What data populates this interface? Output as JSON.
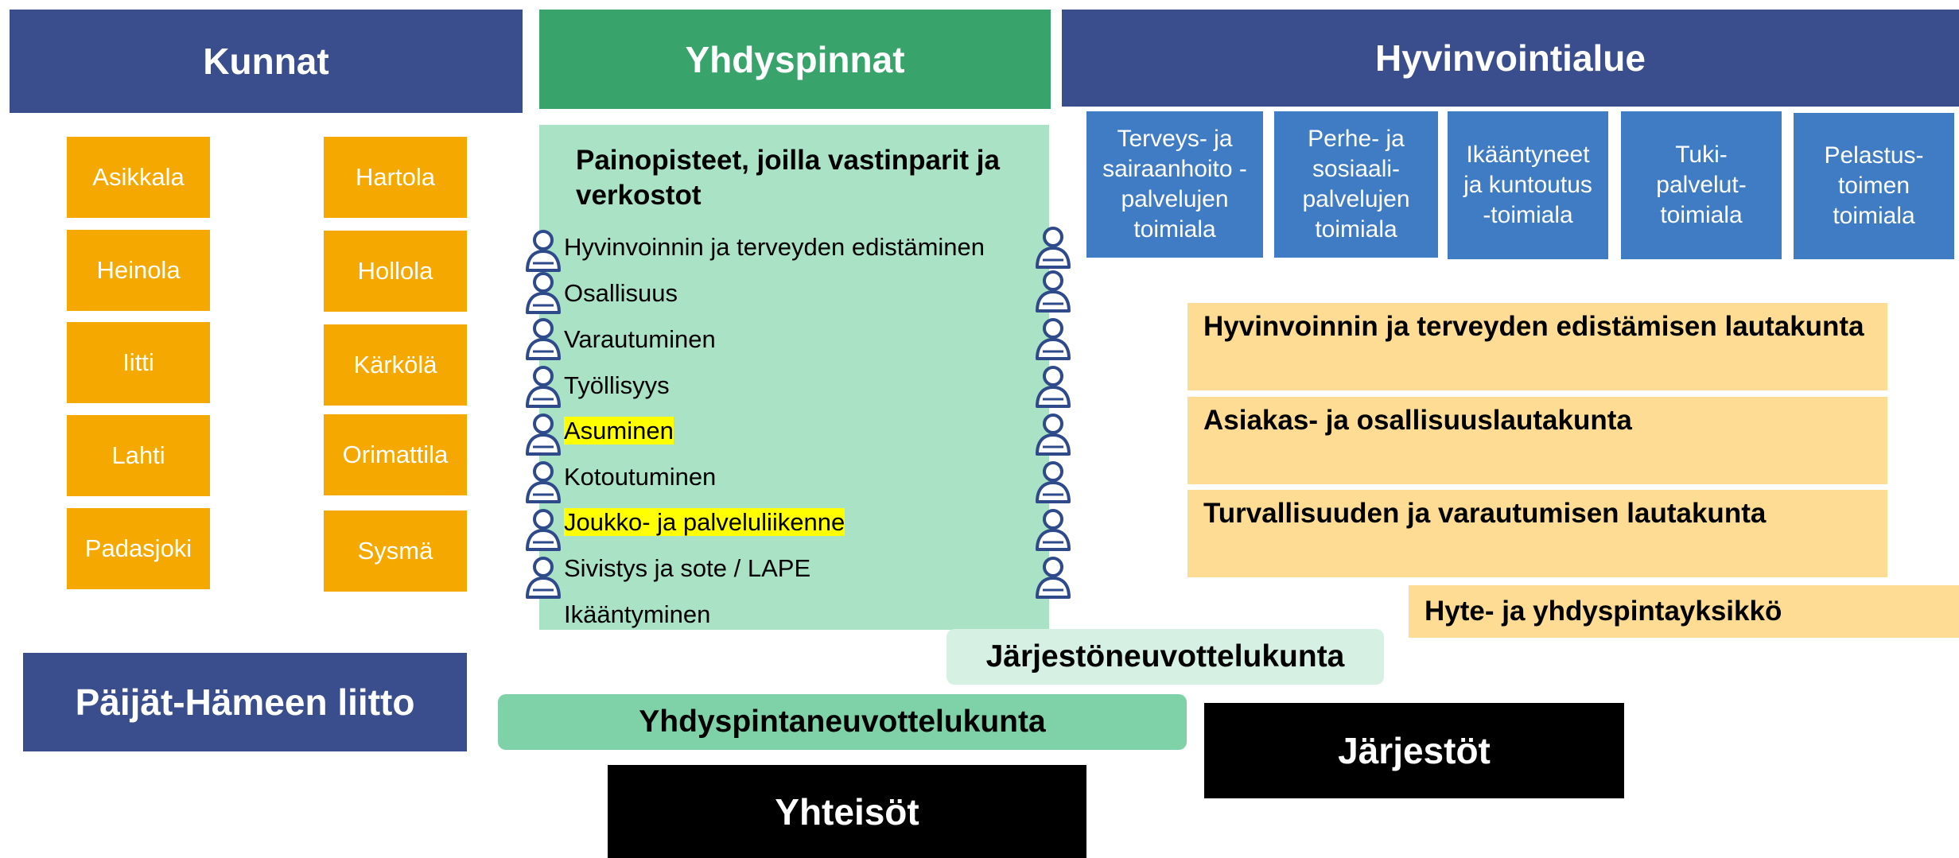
{
  "headers": {
    "kunnat": "Kunnat",
    "yhdyspinnat": "Yhdyspinnat",
    "hyvinvointialue": "Hyvinvointialue"
  },
  "municipalities_left": [
    "Asikkala",
    "Heinola",
    "Iitti",
    "Lahti",
    "Padasjoki"
  ],
  "municipalities_right": [
    "Hartola",
    "Hollola",
    "Kärkölä",
    "Orimattila",
    "Sysmä"
  ],
  "departments": [
    "Terveys- ja sairaanhoito -palvelujen toimiala",
    "Perhe- ja sosiaali-palvelujen toimiala",
    "Ikääntyneet ja kuntoutus -toimiala",
    "Tuki-palvelut-toimiala",
    "Pelastus-toimen toimiala"
  ],
  "priorities": {
    "title": "Painopisteet, joilla vastinparit ja verkostot",
    "items": [
      {
        "label": "Hyvinvoinnin ja terveyden edistäminen",
        "highlighted": false
      },
      {
        "label": "Osallisuus",
        "highlighted": false
      },
      {
        "label": "Varautuminen",
        "highlighted": false
      },
      {
        "label": "Työllisyys",
        "highlighted": false
      },
      {
        "label": "Asuminen",
        "highlighted": true
      },
      {
        "label": "Kotoutuminen",
        "highlighted": false
      },
      {
        "label": "Joukko- ja palveluliikenne",
        "highlighted": true
      },
      {
        "label": "Sivistys ja sote / LAPE",
        "highlighted": false
      },
      {
        "label": "Ikääntyminen",
        "highlighted": false
      }
    ]
  },
  "boards": [
    "Hyvinvoinnin ja terveyden edistämisen lautakunta",
    "Asiakas- ja osallisuuslautakunta",
    "Turvallisuuden ja varautumisen lautakunta"
  ],
  "unit": "Hyte- ja yhdyspintayksikkö",
  "jarjestoneuvottelukunta": "Järjestöneuvottelukunta",
  "yhdyspintaneuvottelukunta": "Yhdyspintaneuvottelukunta",
  "liitto": "Päijät-Hämeen liitto",
  "jarjestot": "Järjestöt",
  "yhteisot": "Yhteisöt",
  "colors": {
    "navy": "#3a4d8c",
    "green": "#38a46b",
    "orange": "#f5a800",
    "dept_blue": "#3f7cc3",
    "mint": "#a9e2c5",
    "peach": "#fedc94",
    "highlight": "#ffff00",
    "person_outline": "#2f4a8a"
  }
}
